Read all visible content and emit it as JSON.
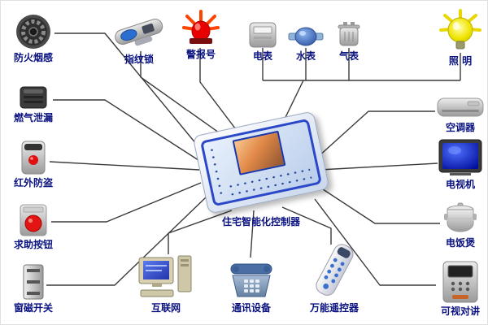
{
  "colors": {
    "label": "#0a1280",
    "line": "#3a3a3a",
    "alarm_red": "#e80000",
    "bulb_yellow": "#f2e400",
    "tv_screen_blue": "#1133cc",
    "panel_frame_blue": "#2a48c8",
    "red_button": "#e31414"
  },
  "center": {
    "label": "住宅智能化控制器"
  },
  "devices": {
    "left": [
      {
        "id": "smoke-sensor",
        "label": "防火烟感"
      },
      {
        "id": "gas-leak-detector",
        "label": "燃气泄漏"
      },
      {
        "id": "infrared-intrusion",
        "label": "红外防盗"
      },
      {
        "id": "help-button",
        "label": "求助按钮"
      },
      {
        "id": "window-magnetic-switch",
        "label": "窗磁开关"
      }
    ],
    "top": [
      {
        "id": "fingerprint-lock",
        "label": "指纹锁"
      },
      {
        "id": "alarm-siren",
        "label": "警报号"
      },
      {
        "id": "electric-meter",
        "label": "电表"
      },
      {
        "id": "water-meter",
        "label": "水表"
      },
      {
        "id": "gas-meter",
        "label": "气表"
      }
    ],
    "right": [
      {
        "id": "lighting",
        "label": "照 明"
      },
      {
        "id": "air-conditioner",
        "label": "空调器"
      },
      {
        "id": "television",
        "label": "电视机"
      },
      {
        "id": "rice-cooker",
        "label": "电饭煲"
      },
      {
        "id": "video-intercom",
        "label": "可视对讲"
      }
    ],
    "bottom": [
      {
        "id": "internet",
        "label": "互联网"
      },
      {
        "id": "communication-equipment",
        "label": "通讯设备"
      },
      {
        "id": "universal-remote",
        "label": "万能遥控器"
      }
    ]
  }
}
